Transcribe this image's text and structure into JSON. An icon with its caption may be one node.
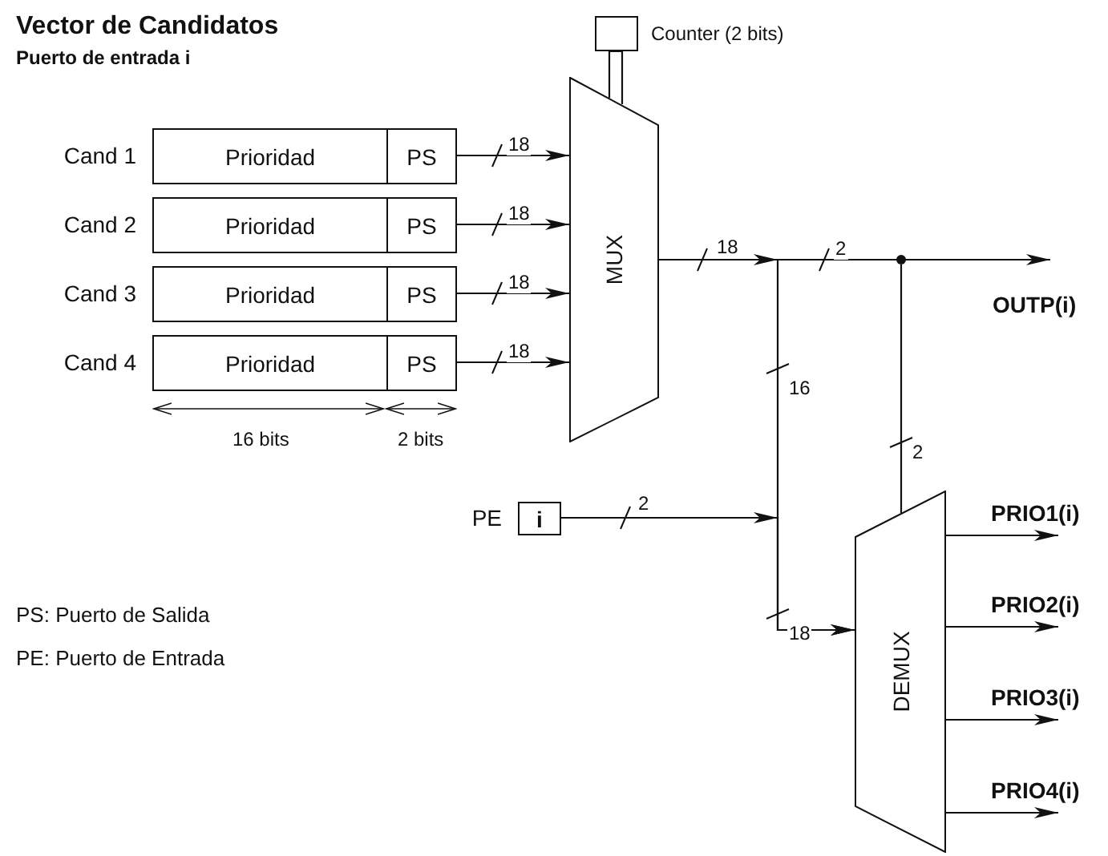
{
  "diagram": {
    "title": "Vector de Candidatos",
    "nodes": [
      {
        "text": [
          "Prioridad",
          "PS"
        ],
        "beside": [
          "Cand 1"
        ]
      },
      {
        "text": [
          "Prioridad",
          "PS"
        ],
        "beside": [
          "Cand 2"
        ]
      },
      {
        "text": [
          "Prioridad",
          "PS"
        ],
        "beside": [
          "Cand 3"
        ]
      },
      {
        "text": [
          "Prioridad",
          "PS"
        ],
        "beside": [
          "Cand 4"
        ]
      },
      {
        "text": [
          "MUX"
        ]
      },
      {
        "text": [],
        "shape": "box",
        "beside": [
          "Counter (2 bits)"
        ]
      },
      {
        "text": [],
        "shape": "dot"
      },
      {
        "text": [
          "OUTP(i)"
        ]
      },
      {
        "text": [
          "i"
        ],
        "beside": [
          "PE"
        ]
      },
      {
        "text": [
          "DEMUX"
        ]
      },
      {
        "text": [
          "PRIO1(i)"
        ]
      },
      {
        "text": [
          "PRIO2(i)"
        ]
      },
      {
        "text": [
          "PRIO3(i)"
        ]
      },
      {
        "text": [
          "PRIO4(i)"
        ]
      }
    ],
    "edges": [
      {
        "from": 0,
        "to": 4,
        "label": "18",
        "arrow": "to"
      },
      {
        "from": 1,
        "to": 4,
        "label": "18",
        "arrow": "to"
      },
      {
        "from": 2,
        "to": 4,
        "label": "18",
        "arrow": "to"
      },
      {
        "from": 3,
        "to": 4,
        "label": "18",
        "arrow": "to"
      },
      {
        "from": 5,
        "to": 4,
        "arrow": "none"
      },
      {
        "from": 4,
        "to": 7,
        "label": "18",
        "arrow": "to"
      },
      {
        "from": 4,
        "to": 9,
        "label": "16",
        "arrow": "to"
      },
      {
        "from": 8,
        "to": 9,
        "label": "2",
        "arrow": "to"
      },
      {
        "from": 6,
        "to": 9,
        "label": "2",
        "arrow": "none"
      },
      {
        "from": 9,
        "to": 10,
        "arrow": "to"
      },
      {
        "from": 9,
        "to": 11,
        "arrow": "to"
      },
      {
        "from": 9,
        "to": 12,
        "arrow": "to"
      },
      {
        "from": 9,
        "to": 13,
        "arrow": "to"
      }
    ],
    "labels": [
      "Puerto de entrada i",
      "2",
      "16 bits",
      "2 bits",
      "18",
      "PS: Puerto de Salida",
      "PE: Puerto de Entrada"
    ]
  }
}
